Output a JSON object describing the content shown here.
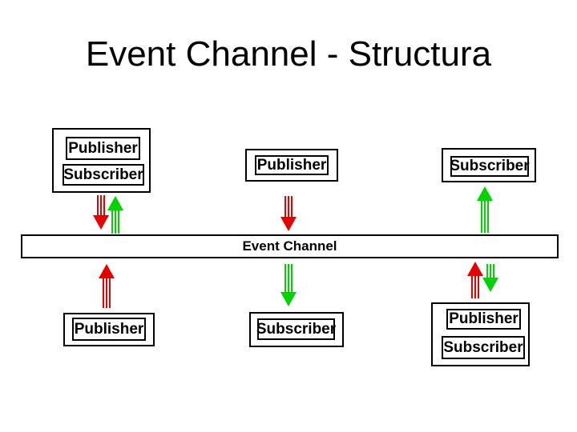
{
  "title": "Event Channel - Structura",
  "colors": {
    "arrow_red": "#e60000",
    "arrow_green": "#00d300",
    "box_border": "#000000",
    "text": "#000000",
    "background": "#ffffff"
  },
  "channel": {
    "label": "Event Channel"
  },
  "top_row": {
    "left_group": {
      "publisher_label": "Publisher",
      "subscriber_label": "Subscriber"
    },
    "middle": {
      "publisher_label": "Publisher"
    },
    "right": {
      "subscriber_label": "Subscriber"
    }
  },
  "bottom_row": {
    "left": {
      "publisher_label": "Publisher"
    },
    "middle": {
      "subscriber_label": "Subscriber"
    },
    "right_group": {
      "publisher_label": "Publisher",
      "subscriber_label": "Subscriber"
    }
  },
  "arrows": [
    {
      "name": "top-left-red-down-arrow",
      "color": "red",
      "direction": "down"
    },
    {
      "name": "top-left-green-up-arrow",
      "color": "green",
      "direction": "up"
    },
    {
      "name": "top-middle-red-down-arrow",
      "color": "red",
      "direction": "down"
    },
    {
      "name": "top-right-green-up-arrow",
      "color": "green",
      "direction": "up"
    },
    {
      "name": "bottom-left-red-up-arrow",
      "color": "red",
      "direction": "up"
    },
    {
      "name": "bottom-middle-green-down-arrow",
      "color": "green",
      "direction": "down"
    },
    {
      "name": "bottom-right-red-up-arrow",
      "color": "red",
      "direction": "up"
    },
    {
      "name": "bottom-right-green-down-arrow",
      "color": "green",
      "direction": "down"
    }
  ]
}
